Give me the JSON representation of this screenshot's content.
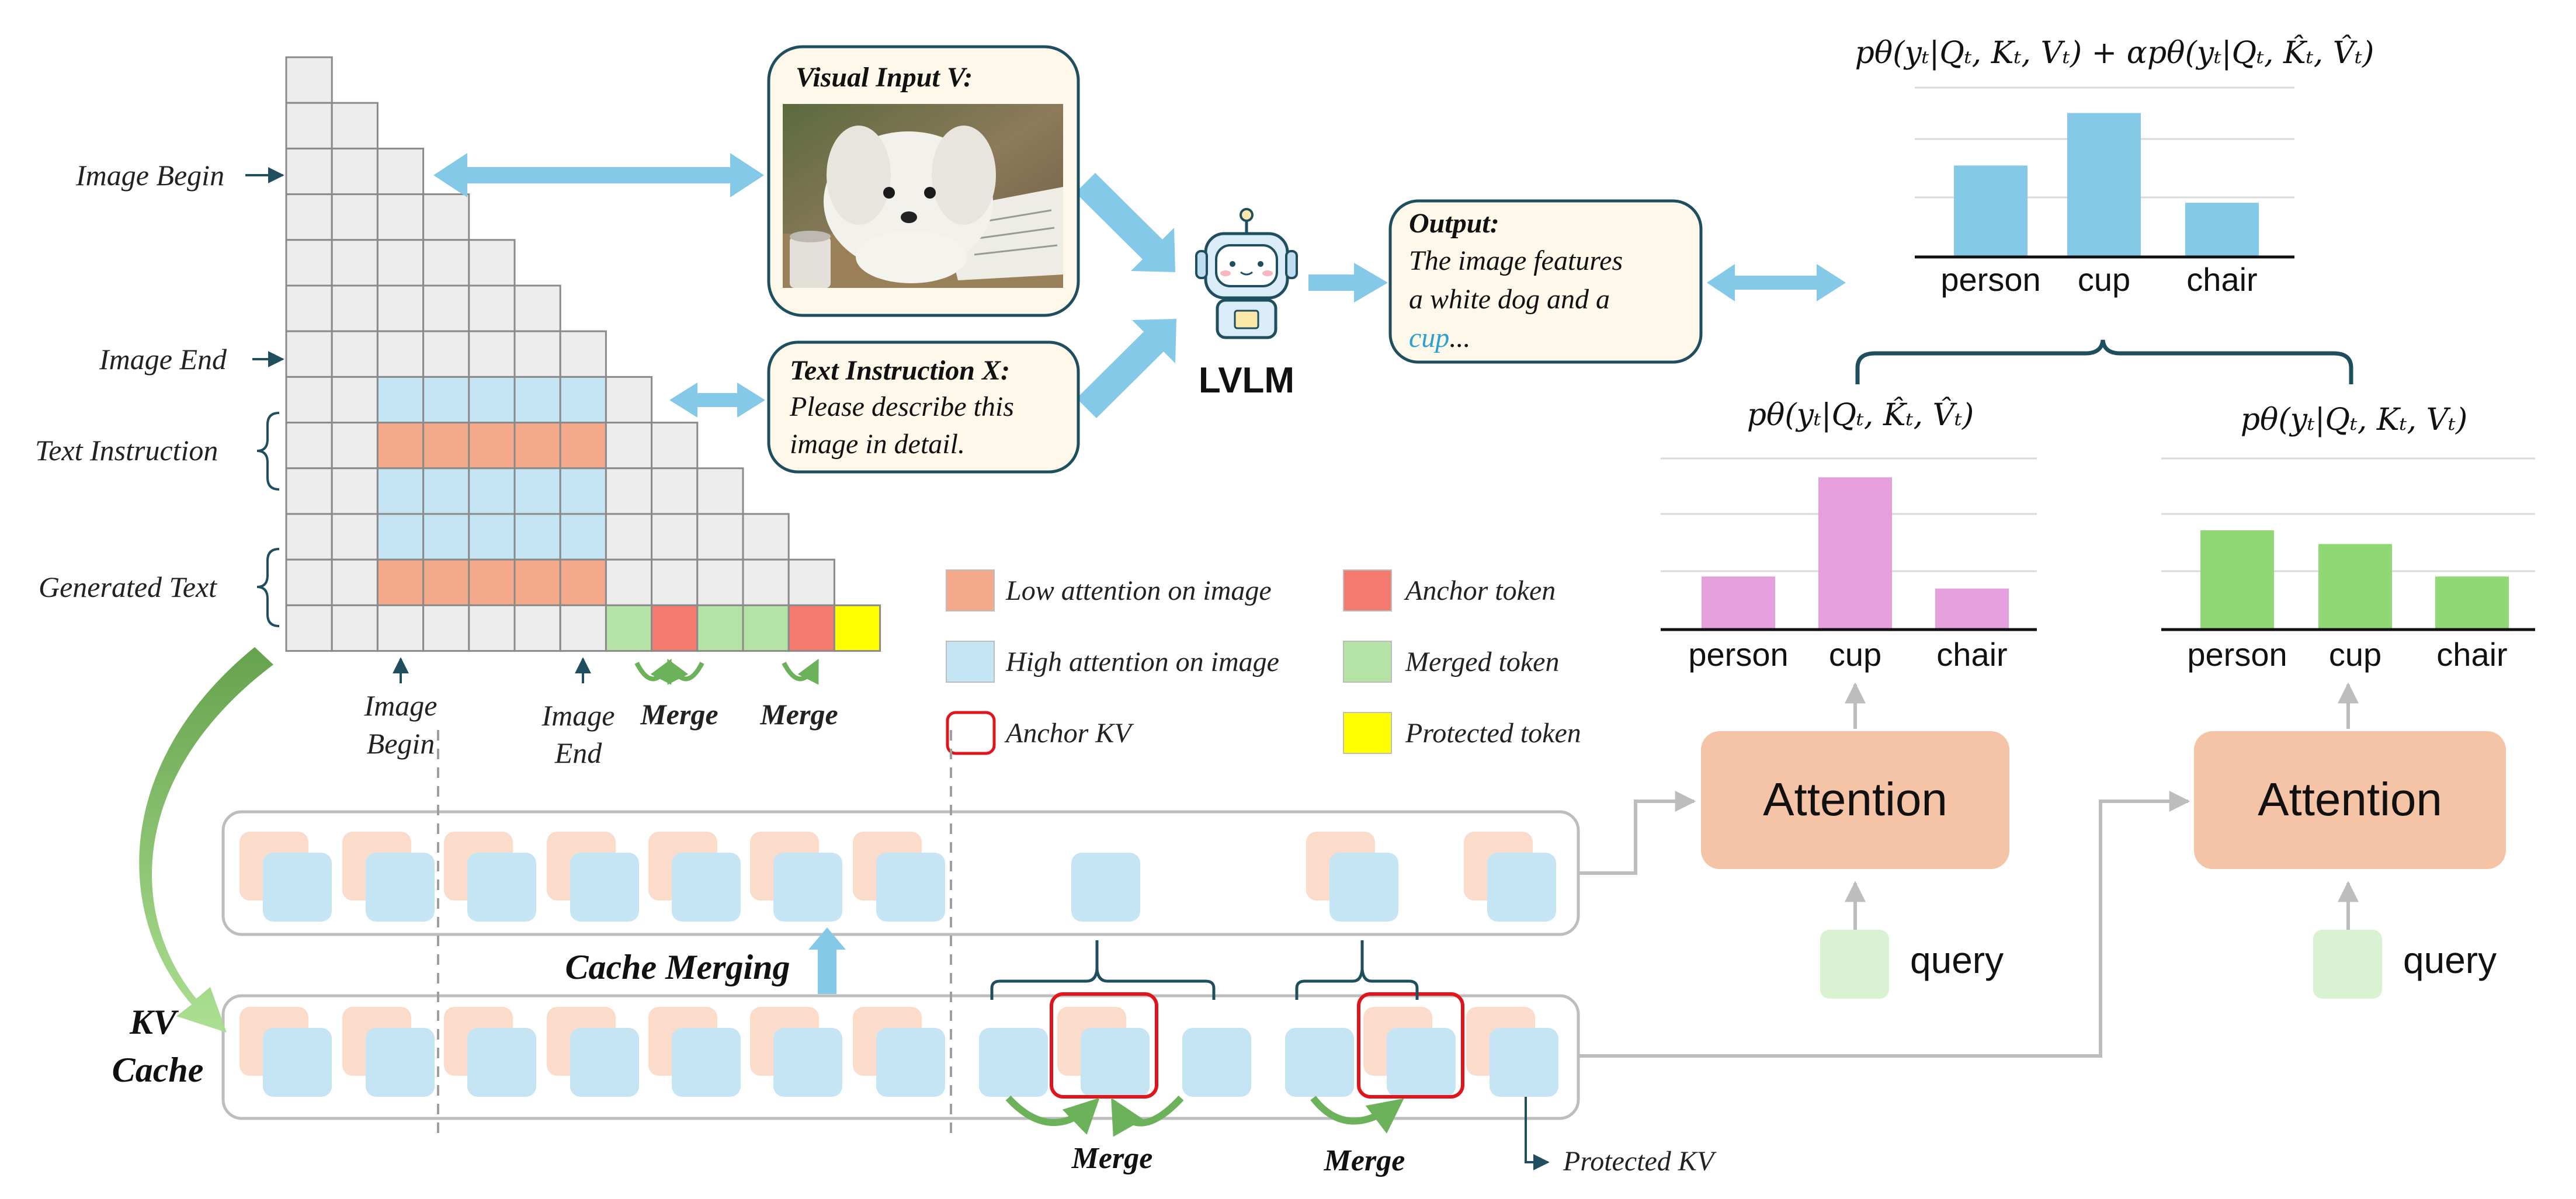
{
  "attention_map": {
    "row_labels": {
      "image_begin": "Image Begin",
      "image_end": "Image End",
      "text_instruction": "Text Instruction",
      "generated_text": "Generated Text"
    },
    "column_labels": {
      "image_begin": [
        "Image",
        "Begin"
      ],
      "image_end": [
        "Image",
        "End"
      ]
    },
    "merge_labels": [
      "Merge",
      "Merge"
    ]
  },
  "inputs": {
    "visual_title": "Visual Input V:",
    "text_title": "Text Instruction X:",
    "text_lines": [
      "Please describe this",
      "image in detail."
    ]
  },
  "model": {
    "label": "LVLM"
  },
  "output": {
    "title": "Output:",
    "line1": "The image features",
    "line2": "a white dog and a",
    "highlight": "cup",
    "ellipsis": "..."
  },
  "legend": {
    "low_attention": "Low attention on image",
    "high_attention": "High attention on image",
    "anchor_kv": "Anchor KV",
    "anchor_token": "Anchor token",
    "merged_token": "Merged token",
    "protected_token": "Protected token"
  },
  "kv_cache": {
    "label_line1": "KV",
    "label_line2": "Cache",
    "cache_merging": "Cache Merging",
    "merge_labels": [
      "Merge",
      "Merge"
    ],
    "protected_kv": "Protected KV"
  },
  "attention_blocks": [
    {
      "label": "Attention",
      "query": "query"
    },
    {
      "label": "Attention",
      "query": "query"
    }
  ],
  "formulas": {
    "top": "pθ(yₜ|Qₜ, Kₜ, Vₜ) + αpθ(yₜ|Qₜ, K̂ₜ, V̂ₜ)",
    "left": "pθ(yₜ|Qₜ, K̂ₜ, V̂ₜ)",
    "right": "pθ(yₜ|Qₜ, Kₜ, Vₜ)"
  },
  "colors": {
    "top_bars": "#85C9E8",
    "left_bars": "#E59FDD",
    "right_bars": "#8FD873",
    "low_attention": "#F4A98A",
    "high_attention": "#C5E5F5",
    "anchor_token": "#F47A70",
    "merged_token": "#B5E3A5",
    "protected_token": "#FFFF00",
    "arrow_blue": "#85C9E8",
    "box_border": "#1F4E5F",
    "output_bg": "#FDF8E9",
    "attention_box": "#F5C3A6",
    "query_box": "#D9F2D2",
    "merge_green": "#6BB25B"
  },
  "chart_data": [
    {
      "type": "bar",
      "title": "pθ(yₜ|Qₜ, Kₜ, Vₜ) + αpθ(yₜ|Qₜ, K̂ₜ, V̂ₜ)",
      "categories": [
        "person",
        "cup",
        "chair"
      ],
      "values": [
        0.54,
        0.85,
        0.32
      ],
      "ylim": [
        0,
        1
      ],
      "grid": true
    },
    {
      "type": "bar",
      "title": "pθ(yₜ|Qₜ, K̂ₜ, V̂ₜ)",
      "categories": [
        "person",
        "cup",
        "chair"
      ],
      "values": [
        0.31,
        0.89,
        0.24
      ],
      "ylim": [
        0,
        1
      ],
      "grid": true
    },
    {
      "type": "bar",
      "title": "pθ(yₜ|Qₜ, Kₜ, Vₜ)",
      "categories": [
        "person",
        "cup",
        "chair"
      ],
      "values": [
        0.58,
        0.5,
        0.31
      ],
      "ylim": [
        0,
        1
      ],
      "grid": true
    }
  ]
}
